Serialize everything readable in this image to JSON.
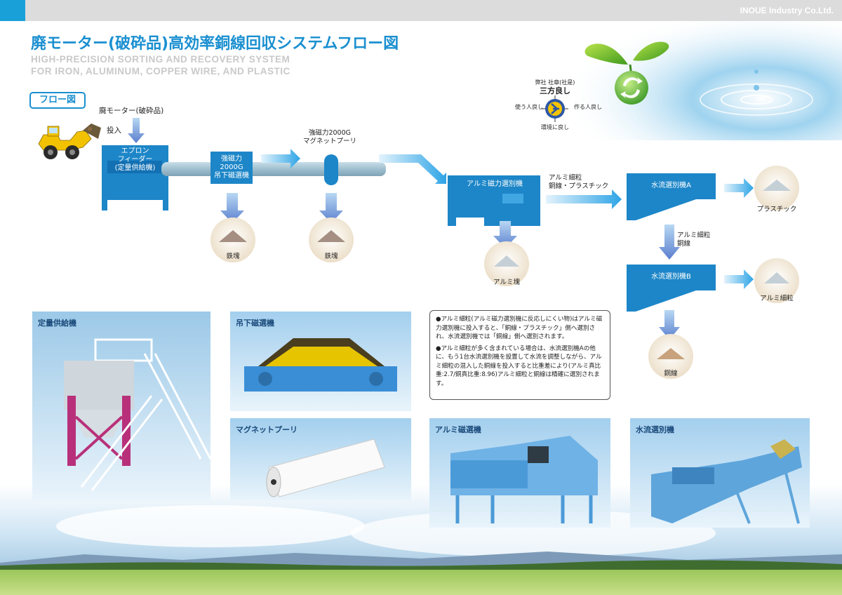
{
  "header": {
    "company": "INOUE Industry Co.Ltd."
  },
  "title": "廃モーター(破砕品)高効率銅線回収システムフロー図",
  "subtitle_line1": "HIGH-PRECISION SORTING AND RECOVERY SYSTEM",
  "subtitle_line2": "FOR IRON, ALUMINUM, COPPER WIRE, AND PLASTIC",
  "flow_tag": "フロー図",
  "sanpo": {
    "top_small": "弊社 社章(社是)",
    "title": "三方良し",
    "left": "使う人良し",
    "right": "作る人良し",
    "bottom": "環境に良し"
  },
  "flow": {
    "input_item": "廃モーター(破砕品)",
    "input_action": "投入",
    "feeder": [
      "エプロン",
      "フィーダー",
      "(定量供給機)"
    ],
    "hanging_magnet": [
      "強磁力",
      "2000G",
      "吊下磁選機"
    ],
    "pulley_label": [
      "強磁力2000G",
      "マグネットプーリ"
    ],
    "alumi_separator": "アルミ磁力選別機",
    "to_water_a": [
      "アルミ細粒",
      "銅線・プラスチック"
    ],
    "water_a": "水流選別機A",
    "to_water_b": [
      "アルミ細粒",
      "銅線"
    ],
    "water_b": "水流選別機B",
    "outputs": {
      "iron1": "鉄塊",
      "iron2": "鉄塊",
      "alumi_lump": "アルミ塊",
      "plastic": "プラスチック",
      "alumi_fine": "アルミ細粒",
      "copper": "銅線"
    }
  },
  "notes": [
    "●アルミ細粒(アルミ磁力選別機に反応しにくい物)はアルミ磁力選別機に投入すると、「銅線・プラスチック」側へ選別され、水流選別機では「銅線」側へ選別されます。",
    "●アルミ細粒が多く含まれている場合は、水流選別機Aの他に、もう1台水流選別機を設置して水流を調整しながら、アルミ細粒の混入した銅線を投入すると比重差により(アルミ真比重:2.7/銅真比重:8.96)アルミ細粒と銅線は精確に選別されます。"
  ],
  "photos": {
    "feeder": "定量供給機",
    "hanging": "吊下磁選機",
    "pulley": "マグネットプーリ",
    "alumi": "アルミ磁選機",
    "water": "水流選別機"
  },
  "colors": {
    "accent": "#1a8fd0",
    "machine": "#1d86c8",
    "arrow": "#5aa8e0"
  }
}
